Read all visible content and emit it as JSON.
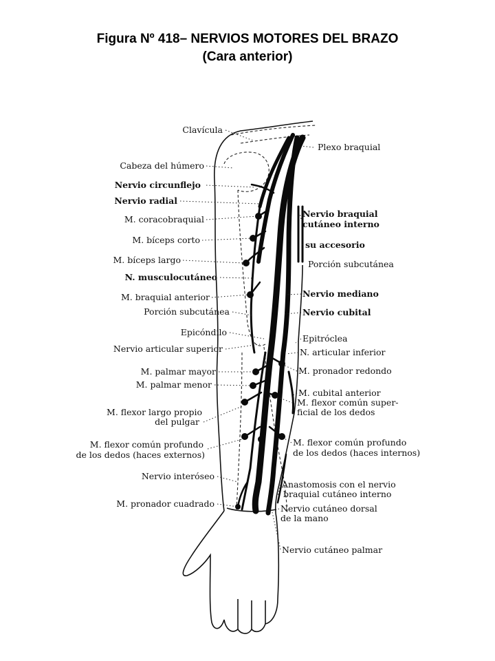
{
  "title": "Figura Nº 418– NERVIOS MOTORES DEL BRAZO",
  "subtitle": "(Cara anterior)",
  "labels_left": [
    {
      "id": "clavicula",
      "text": "Clavícula",
      "bold": false
    },
    {
      "id": "cabeza-humero",
      "text": "Cabeza del húmero",
      "bold": false
    },
    {
      "id": "nervio-circunflejo",
      "text": "Nervio circunflejo",
      "bold": true
    },
    {
      "id": "nervio-radial",
      "text": "Nervio radial",
      "bold": true
    },
    {
      "id": "coracobraquial",
      "text": "M. coracobraquial",
      "bold": false
    },
    {
      "id": "biceps-corto",
      "text": "M. bíceps corto",
      "bold": false
    },
    {
      "id": "biceps-largo",
      "text": "M. bíceps largo",
      "bold": false
    },
    {
      "id": "musculocutaneo",
      "text": "N. musculocutáneo",
      "bold": true
    },
    {
      "id": "braquial-anterior",
      "text": "M. braquial anterior",
      "bold": false
    },
    {
      "id": "porcion-subcutanea-l",
      "text": "Porción subcutánea",
      "bold": false
    },
    {
      "id": "epicondilo",
      "text": "Epicóndilo",
      "bold": false
    },
    {
      "id": "articular-superior",
      "text": "Nervio articular superior",
      "bold": false
    },
    {
      "id": "palmar-mayor",
      "text": "M. palmar mayor",
      "bold": false
    },
    {
      "id": "palmar-menor",
      "text": "M. palmar menor",
      "bold": false
    },
    {
      "id": "flexor-largo-1",
      "text": "M. flexor largo propio",
      "bold": false
    },
    {
      "id": "flexor-largo-2",
      "text": "del pulgar",
      "bold": false
    },
    {
      "id": "flexor-profundo-ext-1",
      "text": "M. flexor común profundo",
      "bold": false
    },
    {
      "id": "flexor-profundo-ext-2",
      "text": "de los dedos (haces externos)",
      "bold": false
    },
    {
      "id": "interoseo",
      "text": "Nervio interóseo",
      "bold": false
    },
    {
      "id": "pronador-cuadrado",
      "text": "M. pronador cuadrado",
      "bold": false
    }
  ],
  "labels_right": [
    {
      "id": "plexo-braquial",
      "text": "Plexo braquial",
      "bold": false
    },
    {
      "id": "braquial-cutaneo-1",
      "text": "Nervio braquial",
      "bold": true
    },
    {
      "id": "braquial-cutaneo-2",
      "text": "cutáneo interno",
      "bold": true
    },
    {
      "id": "su-accesorio",
      "text": "su accesorio",
      "bold": true
    },
    {
      "id": "porcion-subcutanea-r",
      "text": "Porción subcutánea",
      "bold": false
    },
    {
      "id": "nervio-mediano",
      "text": "Nervio mediano",
      "bold": true
    },
    {
      "id": "nervio-cubital",
      "text": "Nervio cubital",
      "bold": true
    },
    {
      "id": "epitroclea",
      "text": "Epitróclea",
      "bold": false
    },
    {
      "id": "articular-inferior",
      "text": "N. articular inferior",
      "bold": false
    },
    {
      "id": "pronador-redondo",
      "text": "M. pronador redondo",
      "bold": false
    },
    {
      "id": "cubital-anterior",
      "text": "M. cubital anterior",
      "bold": false
    },
    {
      "id": "flexor-superficial-1",
      "text": "M. flexor común super-",
      "bold": false
    },
    {
      "id": "flexor-superficial-2",
      "text": "ficial de los dedos",
      "bold": false
    },
    {
      "id": "flexor-profundo-int-1",
      "text": "M. flexor común profundo",
      "bold": false
    },
    {
      "id": "flexor-profundo-int-2",
      "text": "de los dedos (haces internos)",
      "bold": false
    },
    {
      "id": "anastomosis-1",
      "text": "Anastomosis con el nervio",
      "bold": false
    },
    {
      "id": "anastomosis-2",
      "text": "braquial cutáneo interno",
      "bold": false
    },
    {
      "id": "cutaneo-dorsal-1",
      "text": "Nervio cutáneo dorsal",
      "bold": false
    },
    {
      "id": "cutaneo-dorsal-2",
      "text": "de la mano",
      "bold": false
    },
    {
      "id": "cutaneo-palmar",
      "text": "Nervio cutáneo palmar",
      "bold": false
    }
  ]
}
